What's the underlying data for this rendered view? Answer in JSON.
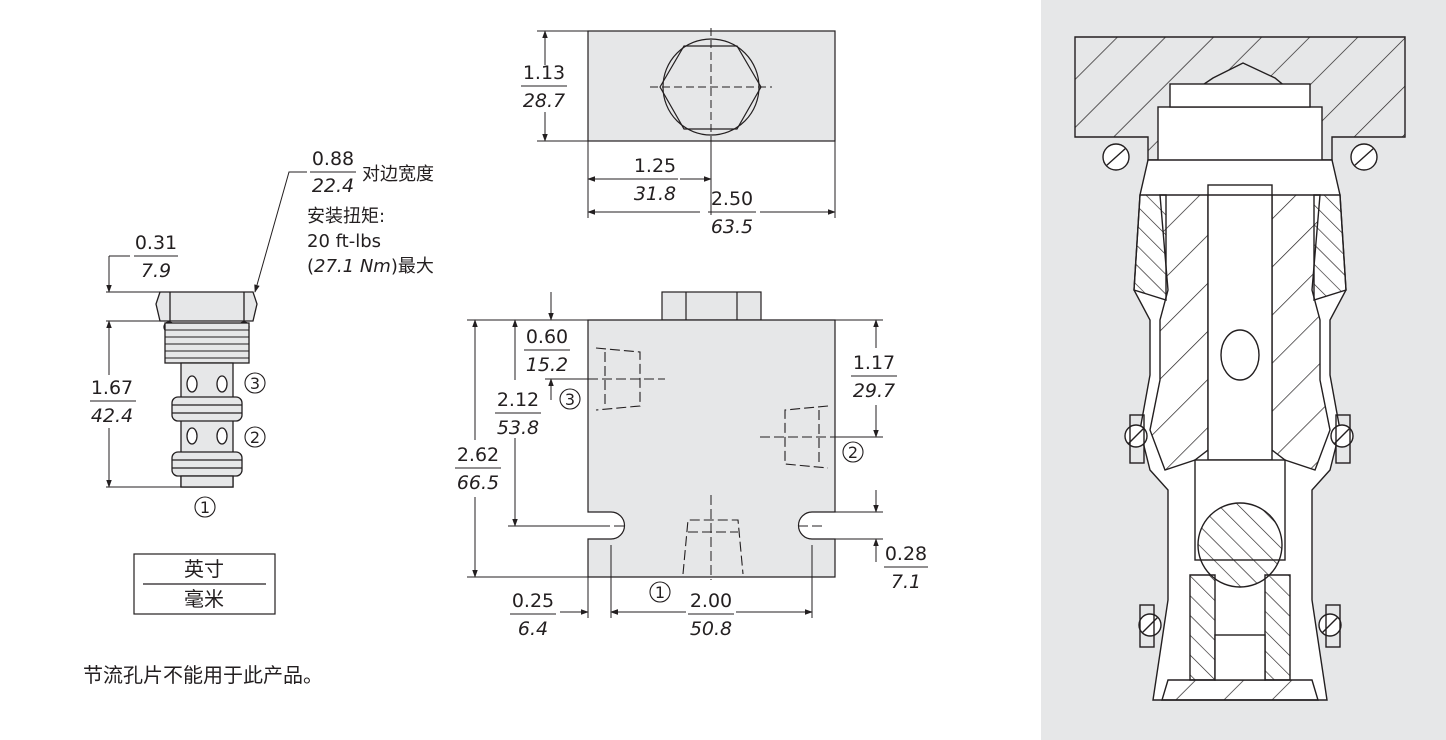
{
  "cartridge": {
    "hex_size": {
      "inch": "0.88",
      "mm": "22.4",
      "label": "对边宽度"
    },
    "torque_title": "安装扭矩:",
    "torque_ftlbs": "20 ft-lbs",
    "torque_nm_open": "(",
    "torque_nm": "27.1 Nm",
    "torque_nm_close": ")最大",
    "hex_height": {
      "inch": "0.31",
      "mm": "7.9"
    },
    "body_length": {
      "inch": "1.67",
      "mm": "42.4"
    },
    "ports": [
      "1",
      "2",
      "3"
    ]
  },
  "units_legend": {
    "inch": "英寸",
    "mm": "毫米"
  },
  "note": "节流孔片不能用于此产品。",
  "top_view": {
    "height": {
      "inch": "1.13",
      "mm": "28.7"
    },
    "center": {
      "inch": "1.25",
      "mm": "31.8"
    },
    "width": {
      "inch": "2.50",
      "mm": "63.5"
    }
  },
  "front_view": {
    "port3_offset": {
      "inch": "0.60",
      "mm": "15.2"
    },
    "port3_height": {
      "inch": "2.12",
      "mm": "53.8"
    },
    "height": {
      "inch": "2.62",
      "mm": "66.5"
    },
    "port2_offset": {
      "inch": "1.17",
      "mm": "29.7"
    },
    "slot_height": {
      "inch": "0.28",
      "mm": "7.1"
    },
    "slot_inset": {
      "inch": "0.25",
      "mm": "6.4"
    },
    "slot_spacing": {
      "inch": "2.00",
      "mm": "50.8"
    },
    "port_labels": [
      "3",
      "2",
      "1"
    ]
  },
  "colors": {
    "body_fill": "#e6e7e8",
    "line": "#231f20",
    "panel": "#e6e7e8",
    "part_fill": "#ffffff"
  }
}
